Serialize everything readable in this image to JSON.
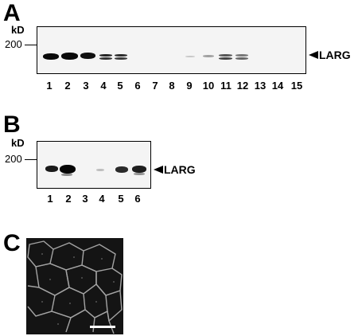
{
  "panel_a": {
    "letter": "A",
    "unit": "kD",
    "marker": "200",
    "target": "LARG",
    "lanes": [
      "1",
      "2",
      "3",
      "4",
      "5",
      "6",
      "7",
      "8",
      "9",
      "10",
      "11",
      "12",
      "13",
      "14",
      "15"
    ]
  },
  "panel_b": {
    "letter": "B",
    "unit": "kD",
    "marker": "200",
    "target": "LARG",
    "lanes": [
      "1",
      "2",
      "3",
      "4",
      "5",
      "6"
    ]
  },
  "panel_c": {
    "letter": "C"
  }
}
